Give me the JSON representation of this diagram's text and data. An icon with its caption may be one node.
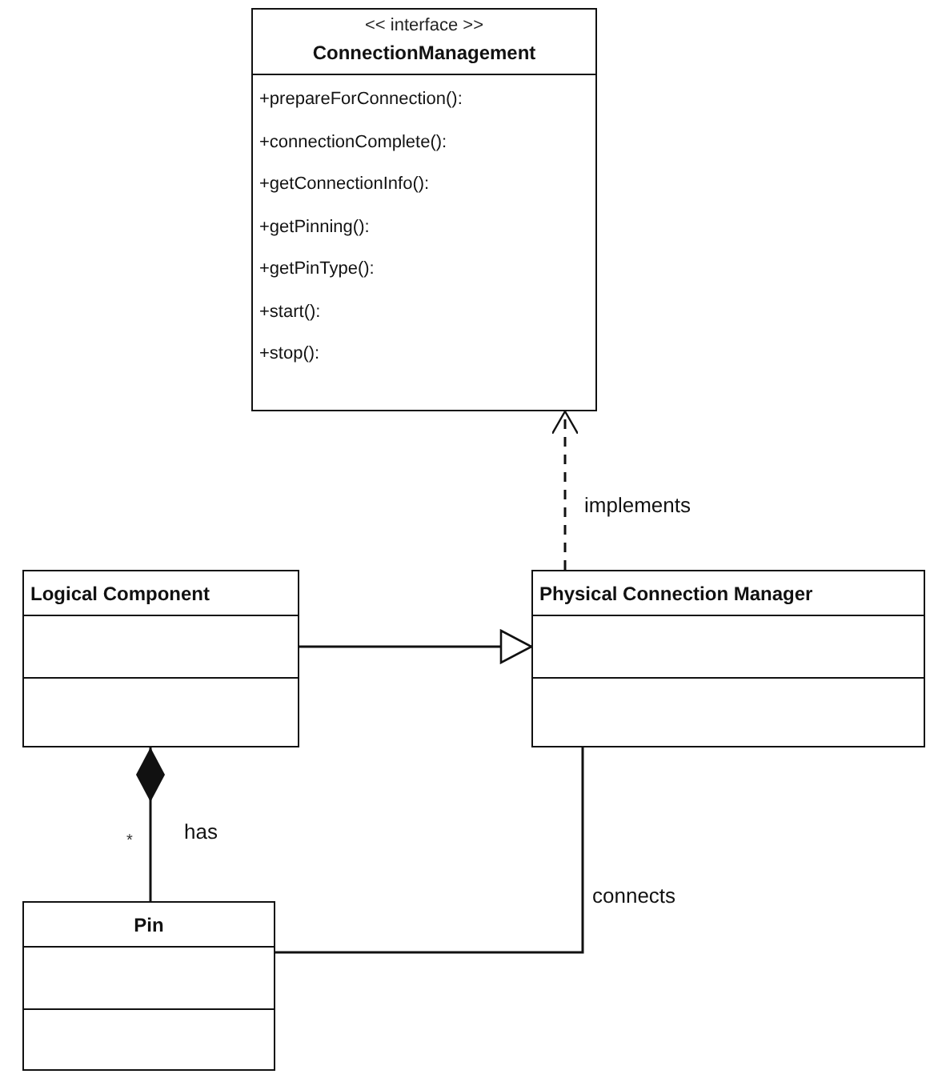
{
  "diagram": {
    "nodes": [
      {
        "text": [
          "<< interface >>",
          "ConnectionManagement",
          "+prepareForConnection():",
          "+connectionComplete():",
          "+getConnectionInfo():",
          "+getPinning():",
          "+getPinType():",
          "+start():",
          "+stop():"
        ]
      },
      {
        "text": [
          "Logical Component"
        ]
      },
      {
        "text": [
          "Physical Connection Manager"
        ]
      },
      {
        "text": [
          "Pin"
        ]
      }
    ],
    "edges": [
      {
        "from": 2,
        "to": 0,
        "arrow": "to",
        "label": "implements",
        "style": "dashed"
      },
      {
        "from": 1,
        "to": 2,
        "arrow": "to"
      },
      {
        "from": 1,
        "to": 3,
        "arrow": "other",
        "label": "has"
      },
      {
        "from": 2,
        "to": 3,
        "arrow": "none",
        "label": "connects"
      }
    ],
    "labels": [
      "*"
    ]
  }
}
